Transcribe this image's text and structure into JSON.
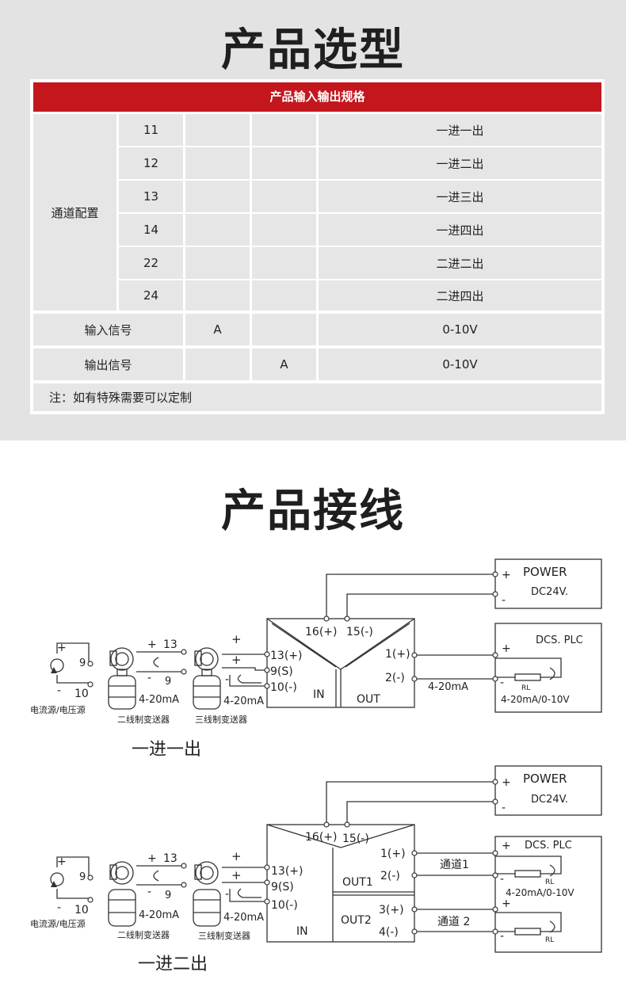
{
  "section1_title": "产品选型",
  "section2_title": "产品接线",
  "table": {
    "header": "产品输入输出规格",
    "channel_label": "通道配置",
    "rows": [
      {
        "code": "11",
        "desc": "一进一出"
      },
      {
        "code": "12",
        "desc": "一进二出"
      },
      {
        "code": "13",
        "desc": "一进三出"
      },
      {
        "code": "14",
        "desc": "一进四出"
      },
      {
        "code": "22",
        "desc": "二进二出"
      },
      {
        "code": "24",
        "desc": "二进四出"
      }
    ],
    "input_label": "输入信号",
    "input_code": "A",
    "input_range": "0-10V",
    "output_label": "输出信号",
    "output_code": "A",
    "output_range": "0-10V",
    "note": "注：如有特殊需要可以定制"
  },
  "diagram1": {
    "power": "POWER",
    "dc": "DC24V.",
    "dcs": "DCS. PLC",
    "t16": "16(+)",
    "t15": "15(-)",
    "t13": "13(+)",
    "t9s": "9(S)",
    "t10": "10(-)",
    "in": "IN",
    "out": "OUT",
    "o1": "1(+)",
    "o2": "2(-)",
    "sig": "4-20mA",
    "rl": "RL",
    "range": "4-20mA/0-10V",
    "src_label": "电流源/电压源",
    "two_wire": "二线制变送器",
    "three_wire": "三线制变送器",
    "caption": "一进一出"
  },
  "diagram2": {
    "power": "POWER",
    "dc": "DC24V.",
    "dcs": "DCS. PLC",
    "t16": "16(+)",
    "t15": "15(-)",
    "t13": "13(+)",
    "t9s": "9(S)",
    "t10": "10(-)",
    "in": "IN",
    "out1": "OUT1",
    "out2": "OUT2",
    "o1": "1(+)",
    "o2": "2(-)",
    "o3": "3(+)",
    "o4": "4(-)",
    "ch1": "通道1",
    "ch2": "通道 2",
    "rl": "RL",
    "range": "4-20mA/0-10V",
    "src_label": "电流源/电压源",
    "two_wire": "二线制变送器",
    "three_wire": "三线制变送器",
    "caption": "一进二出"
  },
  "common": {
    "plus": "+",
    "minus": "-",
    "n13": "13",
    "n9": "9",
    "n10": "10",
    "ma": "4-20mA"
  }
}
